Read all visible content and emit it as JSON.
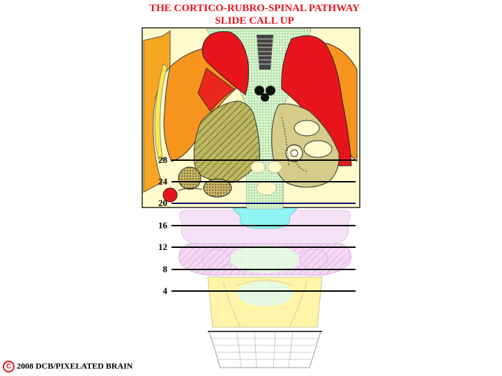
{
  "title": {
    "line1": "THE CORTICO-RUBRO-SPINAL PATHWAY",
    "line2": "SLIDE CALL UP"
  },
  "levels": [
    {
      "label": "28",
      "line_color": "#000000"
    },
    {
      "label": "24",
      "line_color": "#000000"
    },
    {
      "label": "20",
      "line_color": "#0a1078"
    },
    {
      "label": "16",
      "line_color": "#000000"
    },
    {
      "label": "12",
      "line_color": "#000000"
    },
    {
      "label": "8",
      "line_color": "#000000"
    },
    {
      "label": "4",
      "line_color": "#000000"
    }
  ],
  "footer": {
    "copyright_symbol": "C",
    "text": "2008  DCB/PIXELATED BRAIN"
  },
  "colors": {
    "title": "#e8141c",
    "red_tract": "#e8141c",
    "orange": "#f7941d",
    "cream": "#fffbcc",
    "green_stipple": "#c9f0c0",
    "olive": "#c8c070",
    "cyan": "#8ff4f4",
    "pink": "#f5d8f5",
    "yellow": "#fff4a8"
  }
}
